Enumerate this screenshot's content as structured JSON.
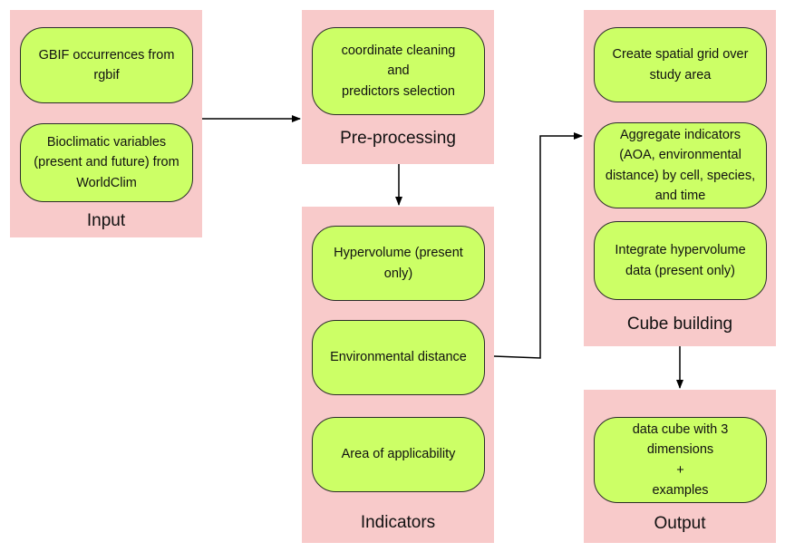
{
  "groups": {
    "input": {
      "title": "Input",
      "boxes": [
        {
          "lines": [
            "GBIF occurrences from",
            "rgbif"
          ]
        },
        {
          "lines": [
            "Bioclimatic variables",
            "(present and future) from",
            "WorldClim"
          ]
        }
      ]
    },
    "preprocessing": {
      "title": "Pre-processing",
      "boxes": [
        {
          "lines": [
            "coordinate cleaning",
            "and",
            "predictors selection"
          ]
        }
      ]
    },
    "indicators": {
      "title": "Indicators",
      "boxes": [
        {
          "lines": [
            "Hypervolume (present",
            "only)"
          ]
        },
        {
          "lines": [
            "Environmental distance"
          ]
        },
        {
          "lines": [
            "Area of applicability"
          ]
        }
      ]
    },
    "cube": {
      "title": "Cube building",
      "boxes": [
        {
          "lines": [
            "Create spatial grid over",
            "study area"
          ]
        },
        {
          "lines": [
            "Aggregate indicators",
            "(AOA, environmental",
            "distance) by cell, species,",
            "and time"
          ]
        },
        {
          "lines": [
            "Integrate hypervolume",
            "data (present only)"
          ]
        }
      ]
    },
    "output": {
      "title": "Output",
      "boxes": [
        {
          "lines": [
            "data cube with 3",
            "dimensions",
            "+",
            "examples"
          ]
        }
      ]
    }
  },
  "colors": {
    "group_fill": "#f8caca",
    "box_fill": "#ccff66",
    "arrow": "#000000"
  }
}
